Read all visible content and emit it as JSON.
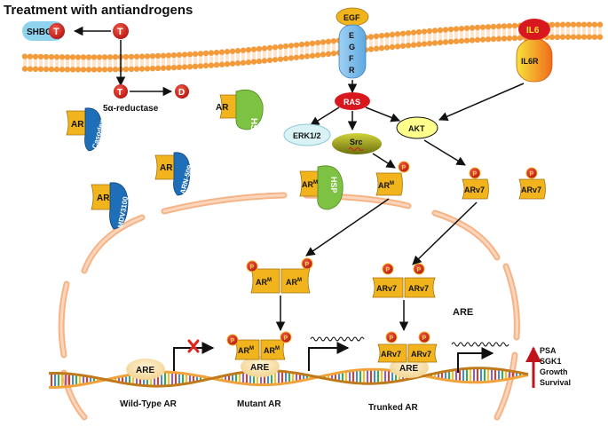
{
  "title": "Treatment with antiandrogens",
  "shbg": "SHBG",
  "testosterone": "T",
  "dht": "D",
  "reductase": "5α-reductase",
  "ar": "AR",
  "hsp": "HSP",
  "drugs": {
    "casodex": "Casodex",
    "mdv3100": "MDV3100",
    "arn509": "ARN-509"
  },
  "egf": "EGF",
  "egfr_letters": [
    "E",
    "G",
    "F",
    "R"
  ],
  "il6": "IL6",
  "il6r": "IL6R",
  "ras": "RAS",
  "erk": "ERK1/2",
  "src": "Src",
  "akt": "AKT",
  "arm_base": "AR",
  "arm_sup": "M",
  "phospho": "P",
  "arv7": "ARv7",
  "are": "ARE",
  "dna_labels": {
    "wild": "Wild-Type AR",
    "mutant": "Mutant AR",
    "trunked": "Trunked AR"
  },
  "targets": [
    "PSA",
    "SGK1",
    "Growth",
    "Survival"
  ],
  "colors": {
    "membrane": "#f39a3a",
    "ar_gold": "#f2b41c",
    "hsp_green": "#7dc242",
    "drug_blue": "#1e6fb8",
    "red_node": "#d7191f",
    "envelope": "#f5a771",
    "arrow_red": "#c0161b"
  }
}
